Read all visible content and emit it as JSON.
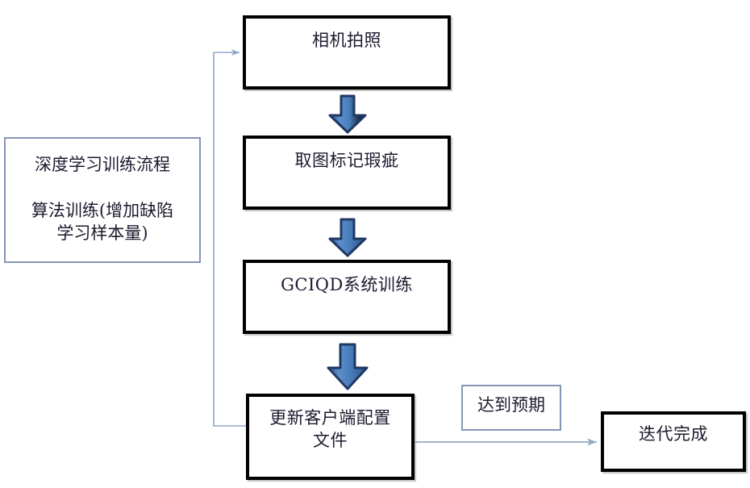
{
  "diagram": {
    "title_note": {
      "line1": "深度学习训练流程",
      "line2": "算法训练(增加缺陷\n学习样本量)"
    },
    "steps": [
      {
        "id": "step-camera",
        "label": "相机拍照"
      },
      {
        "id": "step-mark",
        "label": "取图标记瑕疵"
      },
      {
        "id": "step-train",
        "label": "GCIQD系统训练"
      },
      {
        "id": "step-update",
        "label": "更新客户端配置\n文件"
      }
    ],
    "result_label": "达到预期",
    "result_box": "迭代完成",
    "colors": {
      "box_border": "#000000",
      "note_border": "#8496b4",
      "arrow_fill": "#4a7ebb",
      "arrow_stroke": "#1f3864",
      "connector": "#8ea9c9",
      "text": "#1b1b2f",
      "background": "#ffffff"
    },
    "connectors": [
      {
        "name": "camera-to-mark",
        "type": "block-arrow",
        "direction": "down"
      },
      {
        "name": "mark-to-train",
        "type": "block-arrow",
        "direction": "down"
      },
      {
        "name": "train-to-update",
        "type": "block-arrow",
        "direction": "down"
      },
      {
        "name": "update-to-camera-feedback",
        "type": "thin-line",
        "direction": "left-up-right"
      },
      {
        "name": "update-to-done",
        "type": "thin-line",
        "direction": "right"
      }
    ]
  }
}
